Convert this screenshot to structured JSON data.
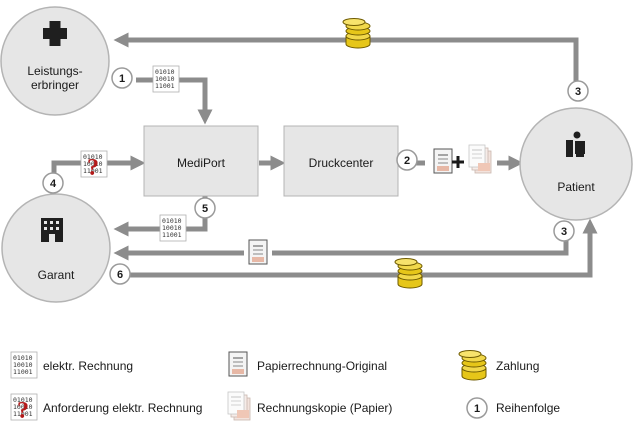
{
  "nodes": {
    "leistungserbringer": [
      "Leistungs-",
      "erbringer"
    ],
    "mediport": "MediPort",
    "druckcenter": "Druckcenter",
    "patient": "Patient",
    "garant": "Garant"
  },
  "steps": {
    "s1": "1",
    "s2": "2",
    "s3_top": "3",
    "s3_right": "3",
    "s4": "4",
    "s5": "5",
    "s6": "6"
  },
  "binary_code": [
    "01010",
    "10010",
    "11001"
  ],
  "legend": {
    "elektr_rechnung": "elektr. Rechnung",
    "anforderung": "Anforderung elektr. Rechnung",
    "papier_original": "Papierrechnung-Original",
    "rechnungskopie": "Rechnungskopie (Papier)",
    "zahlung": "Zahlung",
    "reihenfolge_num": "1",
    "reihenfolge": "Reihenfolge"
  },
  "colors": {
    "arrow": "#8c8c8c",
    "node_fill": "#e6e6e6",
    "node_stroke": "#b4b4b4",
    "coin_gold": "#e6c619",
    "coin_dark": "#6e5a00",
    "question_red": "#b31a1a"
  },
  "icons": {
    "leistungserbringer": "medical-cross-icon",
    "patient": "patient-icon",
    "garant": "building-icon",
    "payment": "coins-icon",
    "paper_original": "document-icon",
    "paper_copy": "document-copy-icon",
    "request": "question-mark-icon"
  }
}
